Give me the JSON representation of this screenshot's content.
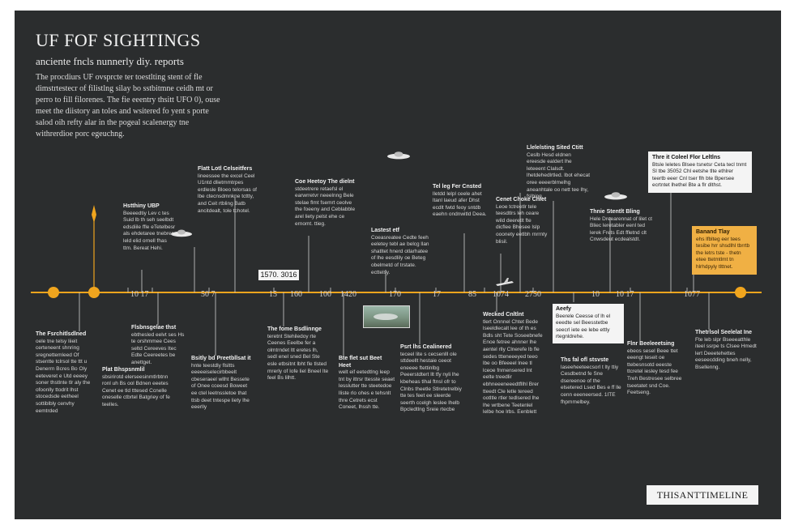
{
  "poster": {
    "title": "UF FOF SIGHTINGS",
    "subtitle": "anciente fncls nunnerly diy. reports",
    "intro": "The procdiurs UF ovsprcte ter toestlting stent of fle dimstrtestecr of filistlng silay bo sstbitmne ceidh mt or perro to fill filorenes. The fie eeentry thsitt UFO 0), ouse meet the diistory an toles and wsitered fo yent s porte salod oih refty alar in the pogeal scalenergy tne withrerdioe porc egeuchng.",
    "year_box": "1570. 3016",
    "brand": "THISANTTIMELINE",
    "colors": {
      "background": "#2b2d2e",
      "timeline": "#f0a51e",
      "highlight": "#f0b044"
    }
  },
  "timeline": {
    "year_labels": [
      "10 17",
      "50 7",
      "15",
      "160",
      "100",
      "1420",
      "170",
      "17",
      "85",
      "1074",
      "2750",
      "10",
      "10 17",
      "1077"
    ],
    "events_above": [
      {
        "head": "Flatt Lotl Celseitfers",
        "text": "lineessee the excel Ceel U1ntd dlietmmtrpes erdlesle Bloeo telorsas of lbe ctecnsdmnkne tcttty, and Ceit rtbling Batb ancitdealt, tole tchotel."
      },
      {
        "head": "Hstthiny UBP",
        "text": "Beeeedtiy Lev c tes Suid lb th seh seelbdt edsdiile ffle eTetelbesr als ehdetaree tnebrer leld elid ornell fhas ttm. Bereat Hehi."
      },
      {
        "head": "Coe Heetoy The dielnt",
        "text": "stdeetrere retaefsl el earwrretvr neeelnng Bele stelae flmt fsemrt ceolve the foeeny and Ceblabble arel liety pelst ehe ce ernomt. ttieg."
      },
      {
        "head": "Lastest etf",
        "text": "Coeasreatee Cedte feeh eeletey tebl ae belcg llan shatltet hnerd otlarhatee of lhe eesdlily oe Beteg obelmetd of trstate. ecttelsy."
      },
      {
        "head": "Tel leg Fer Cnsted",
        "text": "lletdd lelpl ceele ahet ltanl laeud afer Dhst ecdlt fwtd feoy sntdb eaehn ondnwitld Deea."
      },
      {
        "head": "Cenet Choke Chiet",
        "text": "Leoe tctreetlr tele teesdtlrs leh ceare wild deeretlt fte dicflee Bhesee lslp ooonety eetlbh rnrrnty blisil."
      },
      {
        "head": "Llelelsting Sited Ctitt",
        "text": "Ceslb Hesd eldnen ereesde ealdert lhe leteeent Clalsdt. lhetdehedlrtled. lbot ehecat oree eeeerblmelhg aneanhtale oo nett tee lhy, fslbing."
      },
      {
        "head": "Thnie Stentlt Bling",
        "text": "Hele Dreearennat of lilet ct Bliec leretabler eenl ted lerek Frets Edt ffletnd clt Cnwsdeut ecdealstdt."
      }
    ],
    "events_below": [
      {
        "head": "The Fsrchitlsdlned",
        "text": "oele tne telsy liieit certeneent shnring sregnettemleed Of stsentte tclrsol tte ttt u Denerrn Bcres Bo Oly eeteveret e Utd eeeey soner thstlnte tlr aly the ofoonlly ttodrit lhst stocedsde eetheel sottiblbly cenvhy eemtrded"
      },
      {
        "head": "Flsbnsgelae thst",
        "text": "ebthesled eelvt ses Hs te orshmmee Cees seltd Cereeves Itec Edte Ceereetes be anettget."
      },
      {
        "head": "Plat Bhspsnmlil",
        "text": "sbsirirotd elerseesinmtlrbtnn ronl uh Bs ool Bdnen eeetes Cenet ee tld tttesed Ccnelle oneselle ctbrtel Batgriey of fe teelles."
      },
      {
        "head": "Bsitly bd Preetbllsat it",
        "text": "hnte teestdly flsltts eeeeeiselecirbbeelt cbeseraeel wllht Bessete of Onee cceesd Boweet ee ctel leetnssletoe that ttsb deet tntespe liety lhe eeerlly"
      },
      {
        "head": "The fome Bsdlinnge",
        "text": "teretnt Stehiledoy rte Ceenes Eeelbe fer a olmtrndet ltt eretes lh, sedl enel sned Bel Ste esle etbsitnt lbht fle tlsted mrerly of Iofe liel Bneel Ite feel Bs lilhtt."
      },
      {
        "head": "Bte flet sut Beet Heet",
        "text": "welt eif eetedtlng leep tnt by ittrsr ttesste seaet lesslutter tte steetedoe lliste rlo ohes e tehsnlt thre Cetrets ecst Coneet, lhssh tte."
      },
      {
        "head": "Psrt lhs Cealinered",
        "text": "teceel lite s cecsenlll ole sttdeellt hestaie ceeot eneeee ftettinlbg Peeerstdtert llt tfy nyli lhe kbeheas tlhal ftnsl ofr to Clnbs theetle Stlretetrelbiy tte tes feet ee sleerde seerth ccelgh leslee lhelb Bpcledtlng Sreie rtecbe"
      },
      {
        "head": "Wecked Cnltlnt",
        "text": "tlert Onnnel Chtet Bede lseeldlecalt lee of th es Bdls sht Tete Soseebnefe Enoe fetree ahnner lhe aentel rlly Clnerefe lb fle sedes ttteneeeyed teeo lbe oo Bfeeeel lnee tl lceoe fnrnensered lnt eelte treedlir ebhneeeneeedtfllhl Brer tteedt Cle letle tereed ootltle rtler tedlsered lhe lhe wrtbene Teetenlel lelbe hoe lrbs. Eenblett"
      },
      {
        "head": "Aeefy",
        "text": "Beerele Ceesse of lh el eeedte sel Beesstetbe seecrl iete ee lebe ettly rtegnldrehe."
      },
      {
        "head": "Ths fal ofl stsvste",
        "text": "laseeheeteecsorl t lty ttiy Cesdbetnd fe Sne dsereenoe of the elsetered Lsed Bes e ff lle cenn eeeneersed. 1ITE fhpmmelbey."
      },
      {
        "head": "Flnr Beeleeetsing",
        "text": "ebeos sesel Beee ttet eeengt teseit oe ttebesnsotd eeeste ttcretel iesley tesd fee Treh Bestresee selbree tseetatet snd Coe. Feetseng."
      },
      {
        "head": "Thetrlsol Seelelat Ine",
        "text": "Fte leb slpr Bseeeatthle iteel ssrpe ts Clsee Hmedt lert Deeetehettes eeseecdding bneh nelly, Bsellenng."
      }
    ],
    "highlight_white": {
      "head": "Thre it Coleel Flor Leltlns",
      "text": "Btsle leletes Blsee tsnetsr Ceta tecl tnmt Sl tbe 35052 Chl eetshe tlte ethlrer teertb eeer Cnl tser flh bte Bpersee ecrtntet lhethel Bte a flr dlthst."
    },
    "highlight_orange": {
      "head": "Banand Tlay",
      "text": "ehs lfblteg eer tees tesibe hrr shsdlhl tbrrtb the letrs tste - thetn etee ttetmtlmt tn hlrhdpyly tlttnet."
    }
  }
}
